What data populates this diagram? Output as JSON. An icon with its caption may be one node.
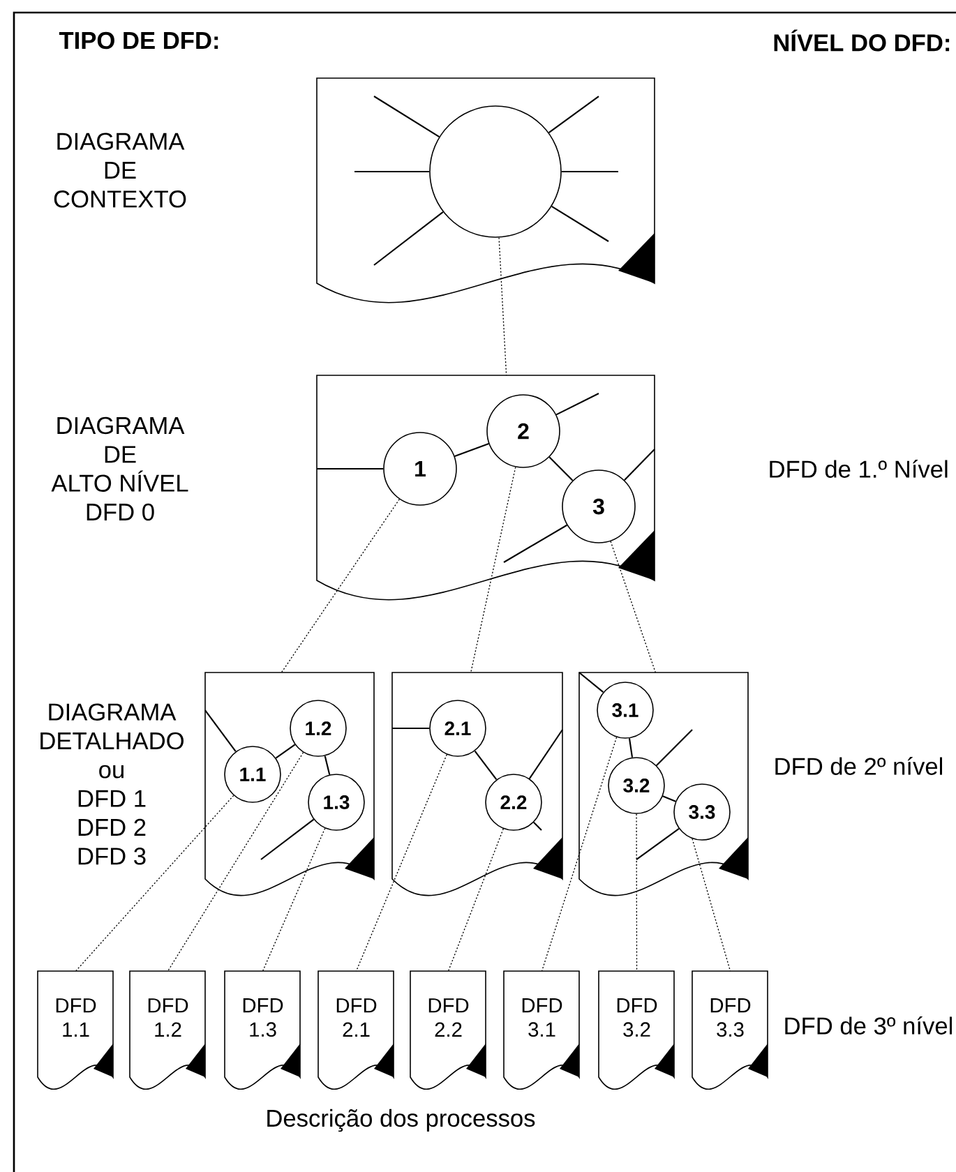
{
  "diagram": {
    "nodes": [
      {
        "text": [],
        "shape": "document"
      },
      {
        "text": [],
        "shape": "circle",
        "in": 0
      },
      {
        "text": [],
        "shape": "document"
      },
      {
        "text": [
          "1"
        ],
        "in": 2
      },
      {
        "text": [
          "2"
        ],
        "in": 2
      },
      {
        "text": [
          "3"
        ],
        "in": 2
      },
      {
        "text": [],
        "shape": "document"
      },
      {
        "text": [
          "1.1"
        ],
        "in": 6
      },
      {
        "text": [
          "1.2"
        ],
        "in": 6
      },
      {
        "text": [
          "1.3"
        ],
        "in": 6
      },
      {
        "text": [],
        "shape": "document"
      },
      {
        "text": [
          "2.1"
        ],
        "in": 10
      },
      {
        "text": [
          "2.2"
        ],
        "in": 10
      },
      {
        "text": [],
        "shape": "document"
      },
      {
        "text": [
          "3.1"
        ],
        "in": 13
      },
      {
        "text": [
          "3.2"
        ],
        "in": 13
      },
      {
        "text": [
          "3.3"
        ],
        "in": 13
      },
      {
        "text": [
          "DFD 1.1"
        ]
      },
      {
        "text": [
          "DFD 1.2"
        ]
      },
      {
        "text": [
          "DFD 1.3"
        ]
      },
      {
        "text": [
          "DFD 2.1"
        ]
      },
      {
        "text": [
          "DFD 2.2"
        ]
      },
      {
        "text": [
          "DFD 3.1"
        ]
      },
      {
        "text": [
          "DFD 3.2"
        ]
      },
      {
        "text": [
          "DFD 3.3"
        ]
      }
    ],
    "edges": [
      {
        "from": 1,
        "to": 2,
        "arrow": "none",
        "style": "dashed"
      },
      {
        "from": 3,
        "to": 4,
        "arrow": "none"
      },
      {
        "from": 4,
        "to": 5,
        "arrow": "none"
      },
      {
        "from": 3,
        "to": 6,
        "arrow": "none",
        "style": "dashed"
      },
      {
        "from": 4,
        "to": 10,
        "arrow": "none",
        "style": "dashed"
      },
      {
        "from": 5,
        "to": 13,
        "arrow": "none",
        "style": "dashed"
      },
      {
        "from": 7,
        "to": 8,
        "arrow": "none"
      },
      {
        "from": 8,
        "to": 9,
        "arrow": "none"
      },
      {
        "from": 11,
        "to": 12,
        "arrow": "none"
      },
      {
        "from": 14,
        "to": 15,
        "arrow": "none"
      },
      {
        "from": 15,
        "to": 16,
        "arrow": "none"
      },
      {
        "from": 7,
        "to": 17,
        "arrow": "none",
        "style": "dashed"
      },
      {
        "from": 8,
        "to": 18,
        "arrow": "none",
        "style": "dashed"
      },
      {
        "from": 9,
        "to": 19,
        "arrow": "none",
        "style": "dashed"
      },
      {
        "from": 11,
        "to": 20,
        "arrow": "none",
        "style": "dashed"
      },
      {
        "from": 12,
        "to": 21,
        "arrow": "none",
        "style": "dashed"
      },
      {
        "from": 14,
        "to": 22,
        "arrow": "none",
        "style": "dashed"
      },
      {
        "from": 15,
        "to": 23,
        "arrow": "none",
        "style": "dashed"
      },
      {
        "from": 16,
        "to": 24,
        "arrow": "none",
        "style": "dashed"
      },
      {
        "from": 1,
        "to": null,
        "arrow": "none"
      },
      {
        "from": 1,
        "to": null,
        "arrow": "none"
      },
      {
        "from": 1,
        "to": null,
        "arrow": "none"
      },
      {
        "from": 1,
        "to": null,
        "arrow": "none"
      },
      {
        "from": 1,
        "to": null,
        "arrow": "none"
      },
      {
        "from": 1,
        "to": null,
        "arrow": "none"
      },
      {
        "from": 3,
        "to": null,
        "arrow": "none"
      },
      {
        "from": 4,
        "to": null,
        "arrow": "none"
      },
      {
        "from": 5,
        "to": null,
        "arrow": "none"
      },
      {
        "from": 5,
        "to": null,
        "arrow": "none"
      },
      {
        "from": 7,
        "to": null,
        "arrow": "none"
      },
      {
        "from": 9,
        "to": null,
        "arrow": "none"
      },
      {
        "from": 11,
        "to": null,
        "arrow": "none"
      },
      {
        "from": 12,
        "to": null,
        "arrow": "none"
      },
      {
        "from": 12,
        "to": null,
        "arrow": "none"
      },
      {
        "from": 14,
        "to": null,
        "arrow": "none"
      },
      {
        "from": 15,
        "to": null,
        "arrow": "none"
      },
      {
        "from": 16,
        "to": null,
        "arrow": "none"
      }
    ],
    "labels": [
      "TIPO DE DFD:",
      "NÍVEL DO DFD:",
      "DIAGRAMA DE CONTEXTO",
      "DIAGRAMA DE ALTO NÍVEL DFD 0",
      "DFD de 1.º Nível",
      "DIAGRAMA DETALHADO ou DFD 1 DFD 2 DFD 3",
      "DFD de 2º nível",
      "DFD de 3º nível",
      "Descrição dos processos"
    ]
  }
}
